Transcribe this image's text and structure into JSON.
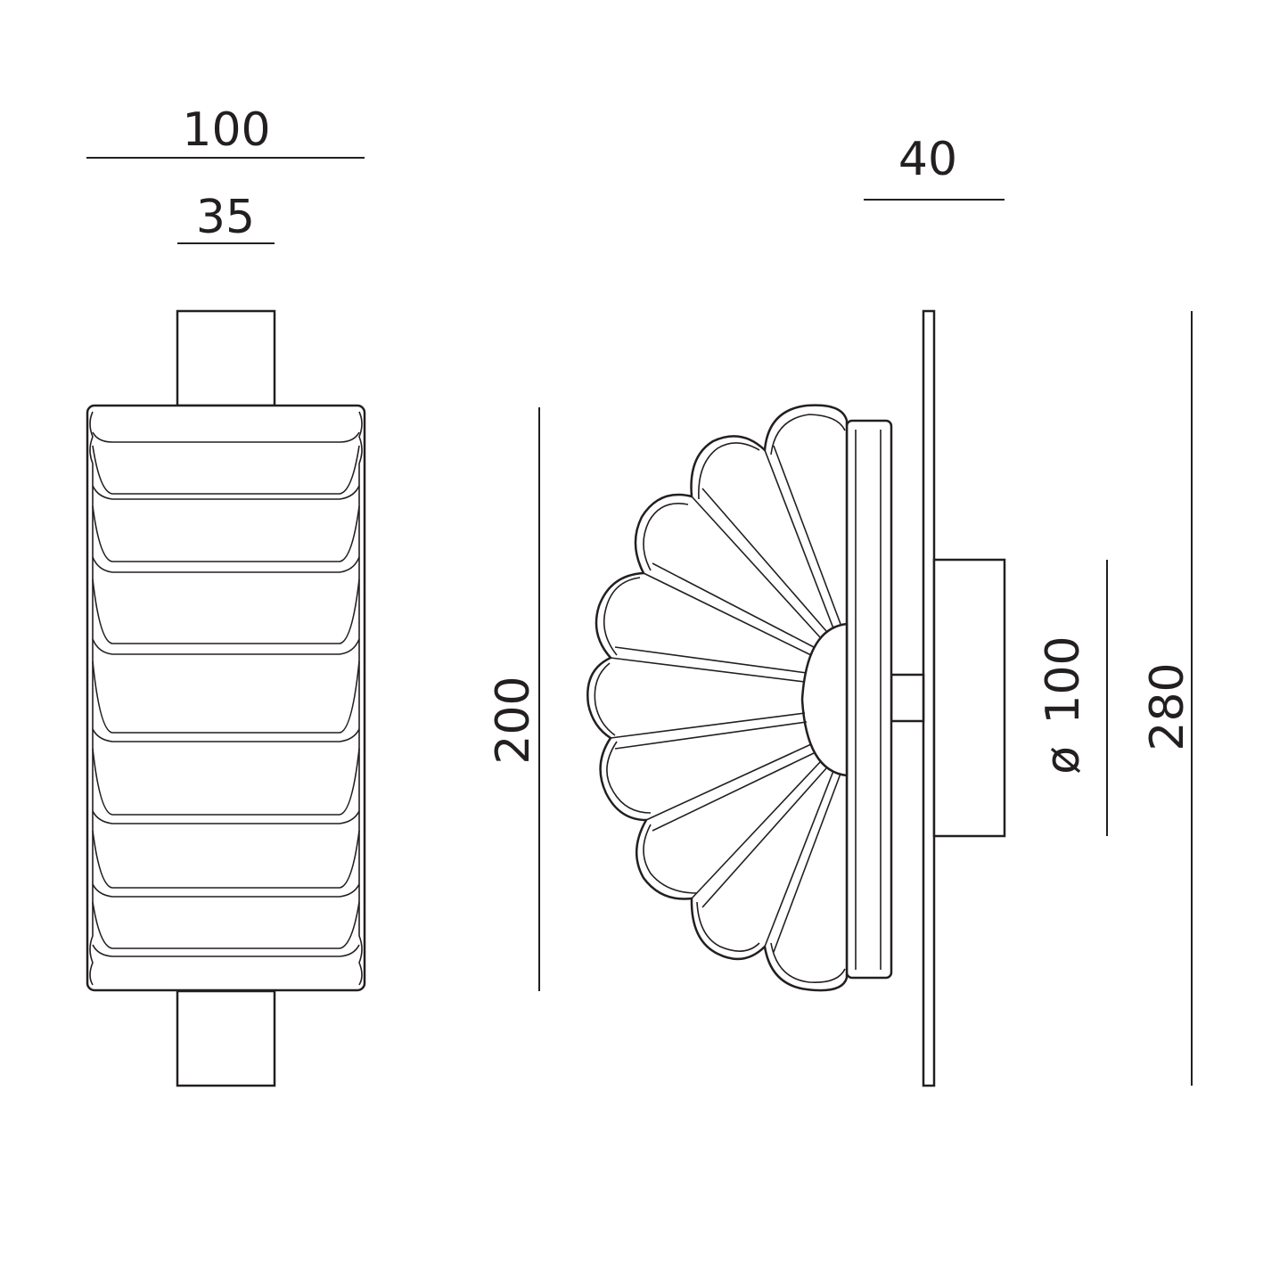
{
  "drawing": {
    "front_view": {
      "width_total": "100",
      "width_mount": "35"
    },
    "side_view": {
      "depth": "40",
      "shade_height": "200",
      "base_diameter": "100",
      "diameter_symbol": "ø",
      "plate_height": "280"
    }
  }
}
